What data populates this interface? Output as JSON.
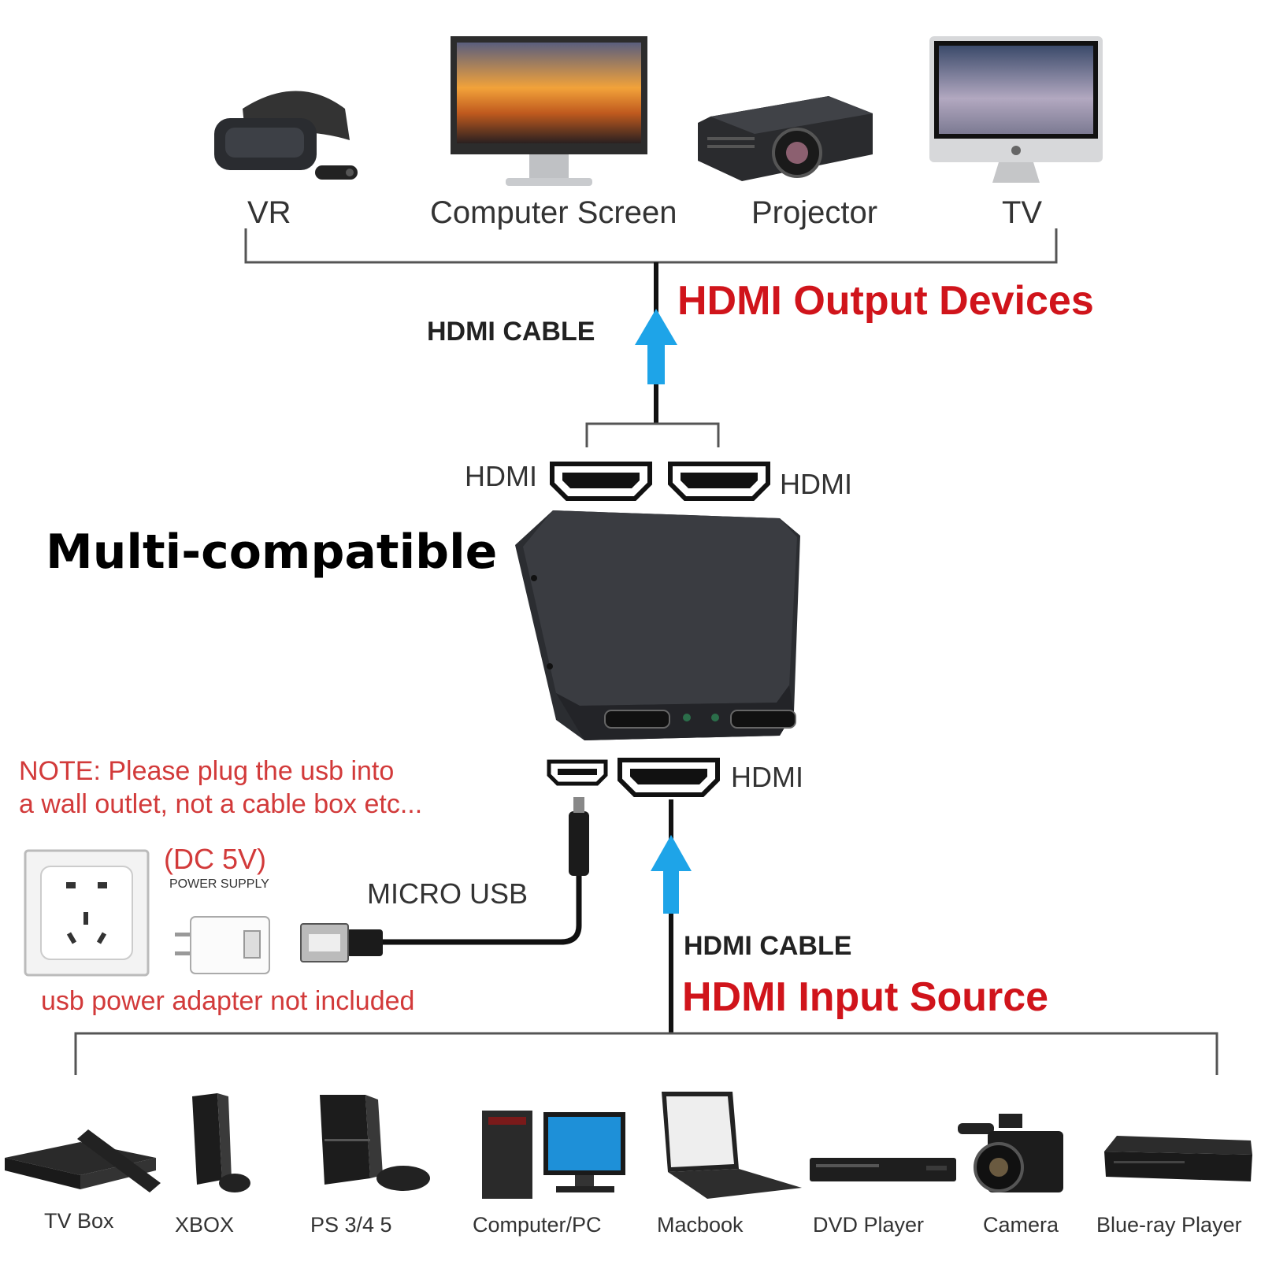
{
  "output_devices": {
    "items": [
      "VR",
      "Computer Screen",
      "Projector",
      "TV"
    ],
    "title": "HDMI Output Devices",
    "cable_label": "HDMI CABLE"
  },
  "splitter": {
    "port_left_label": "HDMI",
    "port_right_label": "HDMI",
    "input_port_label": "HDMI",
    "headline": "Multi-compatible"
  },
  "power": {
    "note_line1": "NOTE: Please plug the usb into",
    "note_line2": "a wall outlet, not a cable box etc...",
    "dc_label": "(DC 5V)",
    "supply_label": "POWER SUPPLY",
    "usb_label": "MICRO USB",
    "adapter_note": "usb power adapter not included"
  },
  "input_sources": {
    "cable_label": "HDMI CABLE",
    "title": "HDMI Input Source",
    "items": [
      "TV Box",
      "XBOX",
      "PS 3/4 5",
      "Computer/PC",
      "Macbook",
      "DVD Player",
      "Camera",
      "Blue-ray Player"
    ]
  },
  "colors": {
    "accent_red": "#d0141b",
    "arrow_blue": "#1ea4e8",
    "device_dark": "#2b2d31"
  }
}
